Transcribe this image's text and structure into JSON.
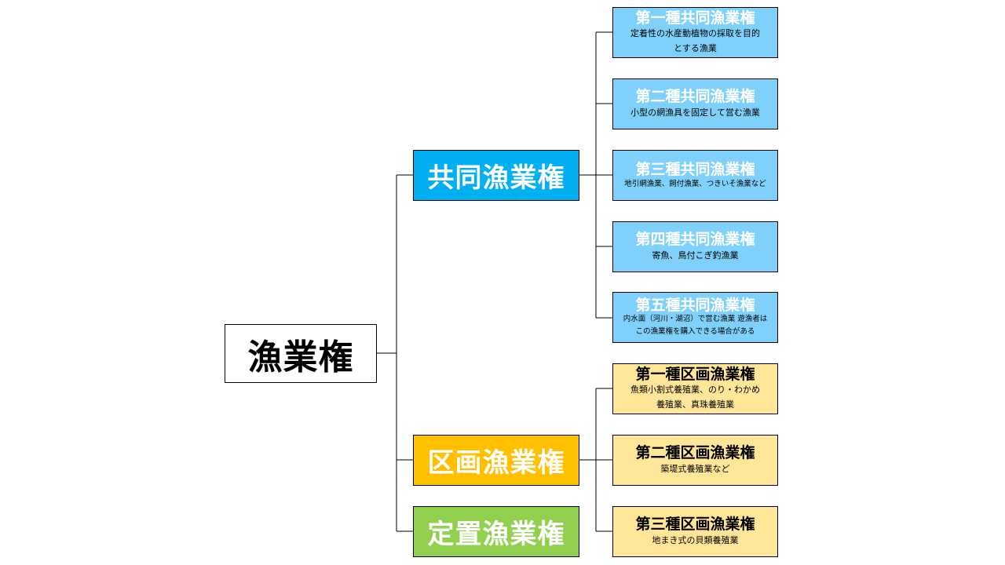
{
  "root": {
    "label": "漁業権"
  },
  "branches": [
    {
      "label": "共同漁業権",
      "color": "#00b0f0",
      "children": [
        {
          "title": "第一種共同漁業権",
          "desc": [
            "定着性の水産動植物の採取を目的",
            "とする漁業"
          ]
        },
        {
          "title": "第二種共同漁業権",
          "desc": [
            "小型の網漁具を固定して営む漁業"
          ]
        },
        {
          "title": "第三種共同漁業権",
          "desc": [
            "地引網漁業、飼付漁業、つきいそ漁業など"
          ]
        },
        {
          "title": "第四種共同漁業権",
          "desc": [
            "寄魚、鳥付こぎ釣漁業"
          ]
        },
        {
          "title": "第五種共同漁業権",
          "desc": [
            "内水面（河川・湖沼）で営む漁業 遊漁者は",
            "この漁業権を購入できる場合がある"
          ]
        }
      ]
    },
    {
      "label": "区画漁業権",
      "color": "#ffc000",
      "children": [
        {
          "title": "第一種区画漁業権",
          "desc": [
            "魚類小割式養殖業、のり・わかめ",
            "養殖業、真珠養殖業"
          ]
        },
        {
          "title": "第二種区画漁業権",
          "desc": [
            "築堤式養殖業など"
          ]
        },
        {
          "title": "第三種区画漁業権",
          "desc": [
            "地まき式の貝類養殖業"
          ]
        }
      ]
    },
    {
      "label": "定置漁業権",
      "color": "#92d050",
      "children": []
    }
  ]
}
